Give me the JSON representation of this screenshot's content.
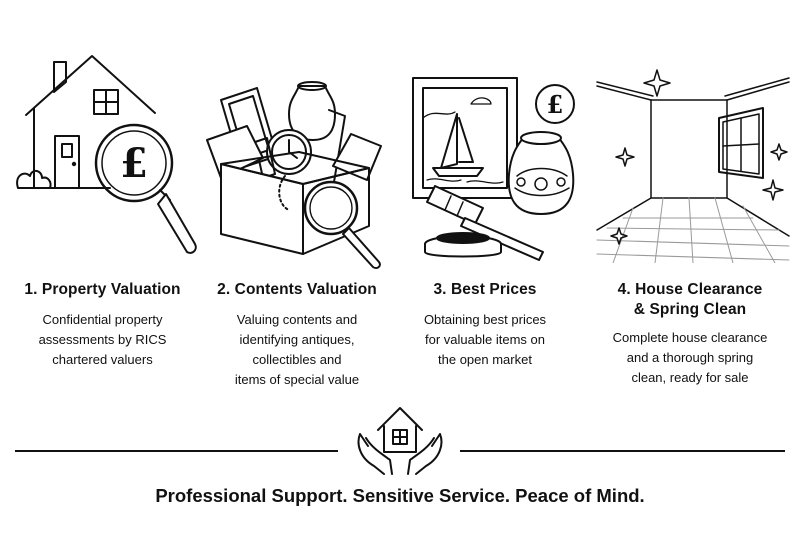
{
  "steps": [
    {
      "icon": "house-magnifier-pound-icon",
      "title": "1. Property Valuation",
      "desc": [
        "Confidential property",
        "assessments by RICS",
        "chartered valuers"
      ]
    },
    {
      "icon": "box-of-valuables-icon",
      "title": "2. Contents Valuation",
      "desc": [
        "Valuing contents and",
        "identifying antiques,",
        "collectibles and",
        "items of special value"
      ]
    },
    {
      "icon": "gavel-painting-vase-icon",
      "title": "3. Best Prices",
      "desc": [
        "Obtaining best prices",
        "for valuable items on",
        "the open market"
      ]
    },
    {
      "icon": "empty-room-sparkle-icon",
      "title": "4. House Clearance & Spring Clean",
      "title_lines": [
        "4. House Clearance",
        "& Spring Clean"
      ],
      "desc": [
        "Complete house clearance",
        "and a thorough spring",
        "clean, ready for sale"
      ]
    }
  ],
  "pound_symbol": "£",
  "tagline": "Professional Support. Sensitive Service. Peace of Mind.",
  "colors": {
    "ink": "#111111",
    "background": "#ffffff",
    "floor_grey": "#9a9a9a"
  }
}
